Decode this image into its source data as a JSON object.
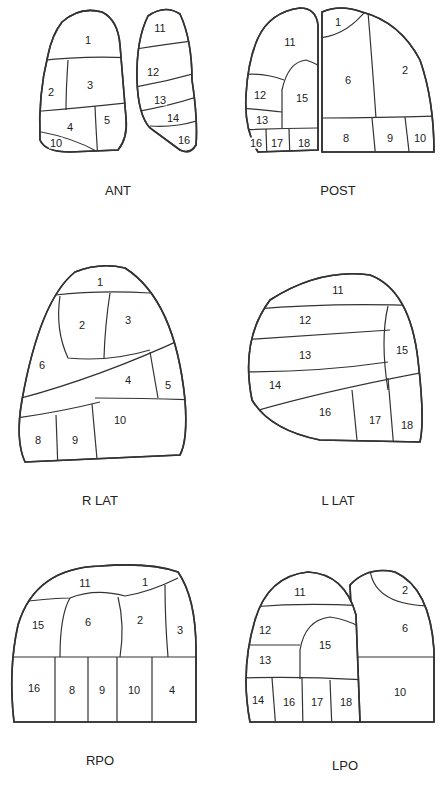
{
  "diagram": {
    "labels": [
      "1",
      "11",
      "2",
      "3",
      "12",
      "13",
      "4",
      "5",
      "14",
      "10",
      "16",
      "ANT",
      "1",
      "11",
      "2",
      "12",
      "15",
      "6",
      "13",
      "16",
      "17",
      "18",
      "8",
      "9",
      "10",
      "POST",
      "1",
      "2",
      "3",
      "6",
      "4",
      "5",
      "10",
      "8",
      "9",
      "R LAT",
      "11",
      "12",
      "13",
      "15",
      "14",
      "16",
      "17",
      "18",
      "L LAT",
      "11",
      "1",
      "15",
      "6",
      "2",
      "3",
      "16",
      "8",
      "9",
      "10",
      "4",
      "RPO",
      "11",
      "2",
      "12",
      "6",
      "13",
      "15",
      "14",
      "10",
      "16",
      "17",
      "18",
      "LPO"
    ]
  }
}
